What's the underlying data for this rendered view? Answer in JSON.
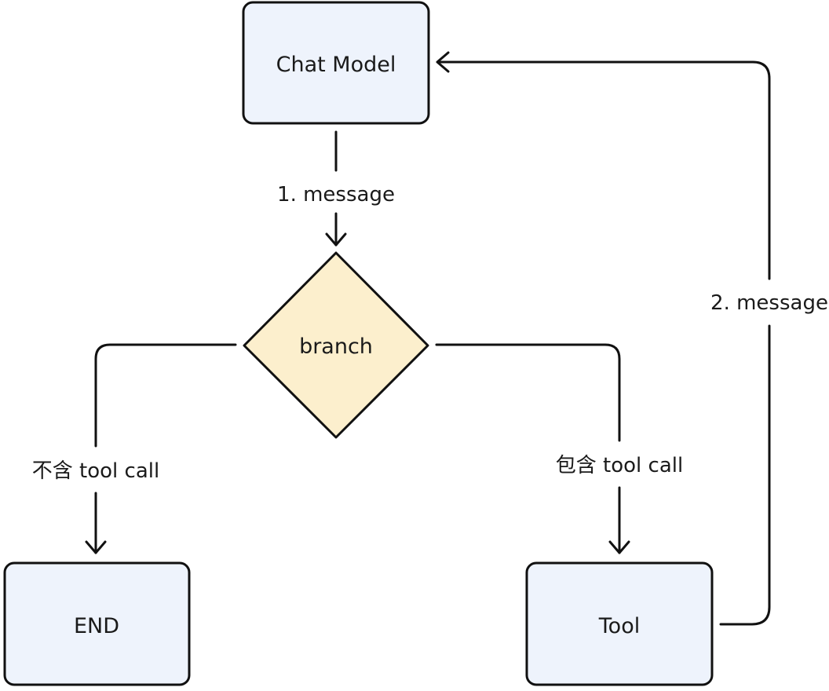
{
  "nodes": {
    "chat_model": "Chat Model",
    "branch": "branch",
    "end": "END",
    "tool": "Tool"
  },
  "edges": {
    "model_to_branch": "1. message",
    "branch_to_end": "不含 tool call",
    "branch_to_tool": "包含 tool call",
    "tool_to_model": "2. message"
  }
}
